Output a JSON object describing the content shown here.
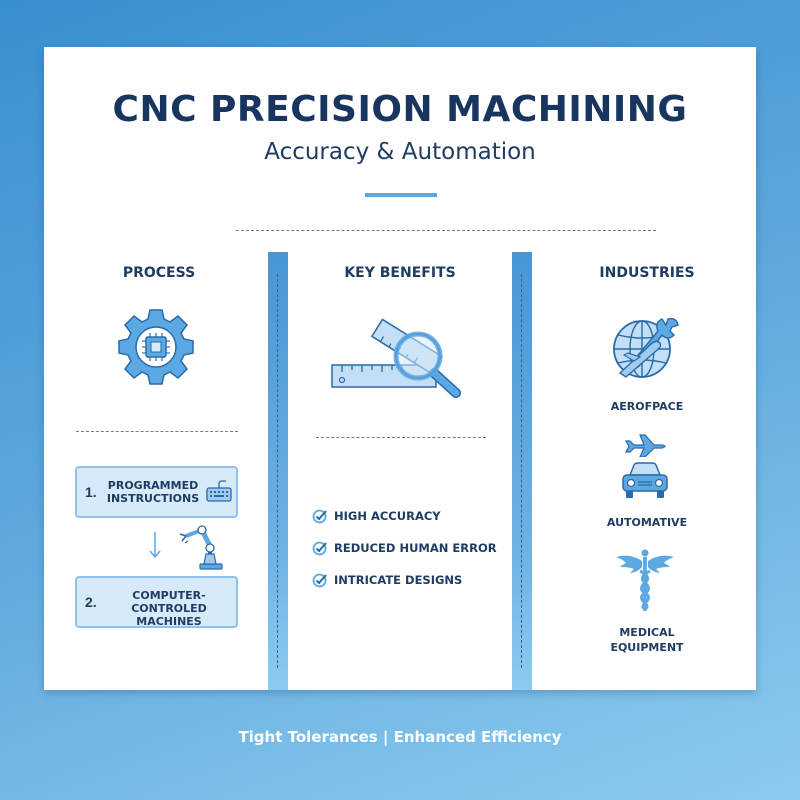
{
  "header": {
    "title": "CNC PRECISION MACHINING",
    "subtitle": "Accuracy & Automation"
  },
  "columns": {
    "process": {
      "heading": "PROCESS",
      "icon": "gear-chip-icon",
      "steps": [
        {
          "number": "1.",
          "label": "PROGRAMMED INSTRUCTIONS",
          "line1": "PROGRAMMED",
          "line2": "INSTRUCTIONS",
          "icon": "keyboard-icon"
        },
        {
          "number": "2.",
          "label": "COMPUTER-CONTROLED MACHINES",
          "line1": "COMPUTER-CONTROLED",
          "line2": "MACHINES",
          "icon": "robot-arm-icon"
        }
      ],
      "connector_icon": "arrow-down-icon"
    },
    "benefits": {
      "heading": "KEY BENEFITS",
      "icon": "ruler-magnifier-icon",
      "items": [
        {
          "label": "HIGH ACCURACY",
          "icon": "check-circle-icon"
        },
        {
          "label": "REDUCED HUMAN ERROR",
          "icon": "check-circle-icon"
        },
        {
          "label": "INTRICATE DESIGNS",
          "icon": "check-circle-icon"
        }
      ]
    },
    "industries": {
      "heading": "INDUSTRIES",
      "items": [
        {
          "label": "AEROFPACE",
          "icon": "globe-wrench-plane-icon"
        },
        {
          "label": "AUTOMATIVE",
          "icon": "plane-car-icon"
        },
        {
          "label": "MEDICAL",
          "label2": "EQUIPMENT",
          "icon": "caduceus-icon"
        }
      ]
    }
  },
  "footer": {
    "tagline": "Tight Tolerances | Enhanced Efficiency"
  },
  "colors": {
    "navy_text": "#1f3c63",
    "accent_blue": "#4796d4",
    "light_blue_fill": "#d7eaf9",
    "bg_gradient_start": "#3a8fd0",
    "bg_gradient_end": "#8ccbee"
  }
}
